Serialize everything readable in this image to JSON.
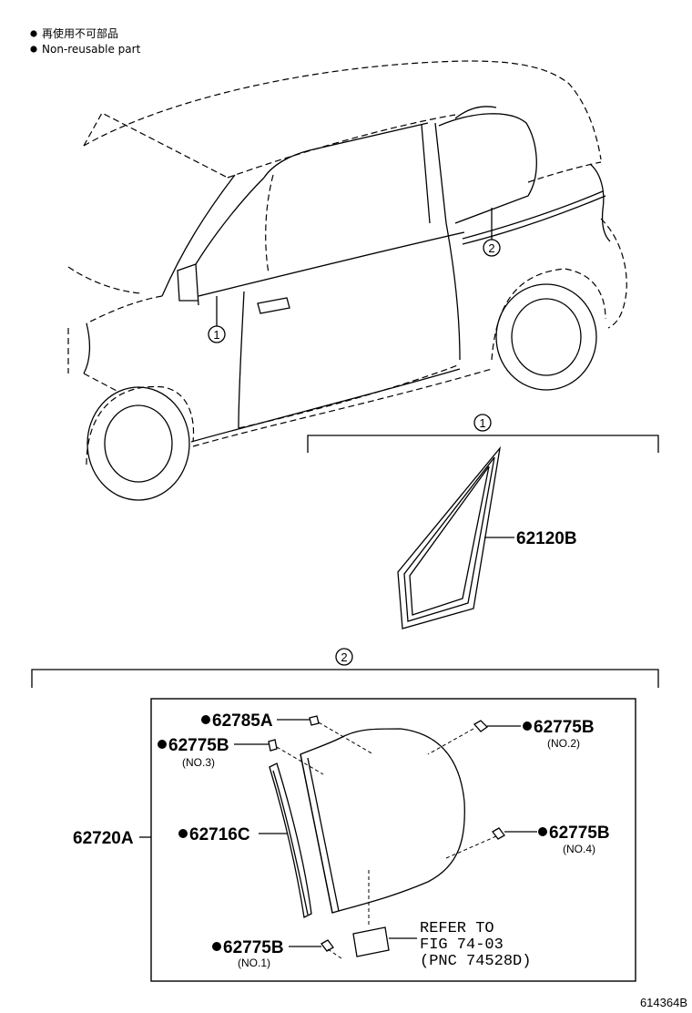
{
  "legend": {
    "line1": "再使用不可部品",
    "line2": "Non-reusable part"
  },
  "callouts": {
    "one": "1",
    "two": "2"
  },
  "parts": {
    "p62120b": "62120B",
    "p62720a": "62720A",
    "p62785a": "62785A",
    "p62775b_no3": "62775B",
    "no3": "(NO.3)",
    "p62775b_no2": "62775B",
    "no2": "(NO.2)",
    "p62716c": "62716C",
    "p62775b_no4": "62775B",
    "no4": "(NO.4)",
    "p62775b_no1": "62775B",
    "no1": "(NO.1)"
  },
  "refer": {
    "line1": "REFER TO",
    "line2": "FIG 74-03",
    "line3": "(PNC 74528D)"
  },
  "figure_number": "614364B"
}
